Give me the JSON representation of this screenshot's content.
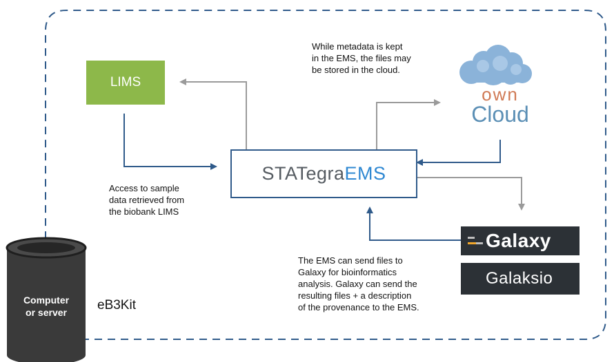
{
  "nodes": {
    "lims": "LIMS",
    "ems_part1": "STATegra",
    "ems_part2": "EMS",
    "owncloud_line1": "own",
    "owncloud_line2": "Cloud",
    "galaxy": "Galaxy",
    "galaksio": "Galaksio",
    "computer_line1": "Computer",
    "computer_line2": "or server",
    "kit": "eB3Kit"
  },
  "notes": {
    "cloud": [
      "While metadata is kept",
      "in the EMS, the files may",
      "be stored in the cloud."
    ],
    "lims": [
      "Access to sample",
      "data retrieved from",
      "the biobank LIMS"
    ],
    "galaxy": [
      "The EMS can send files to",
      "Galaxy for bioinformatics",
      "analysis. Galaxy can send the",
      "resulting files + a description",
      "of the provenance to the EMS."
    ]
  },
  "colors": {
    "lims_green": "#8db84a",
    "ems_border": "#2f5a8a",
    "ems_accent": "#2f88d2",
    "arrow_blue": "#2f5a8a",
    "arrow_gray": "#9a9a9a",
    "dashed_border": "#2f5a8a",
    "badge_dark": "#2c3136",
    "cylinder": "#3a3a3a"
  },
  "icons": [
    "cloud-icon",
    "galaxy-logo-icon",
    "rocket-icon",
    "database-cylinder-icon"
  ]
}
